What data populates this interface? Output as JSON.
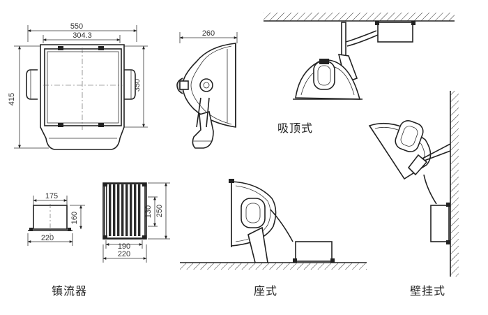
{
  "dimensions": {
    "front_width": "550",
    "front_inner_width": "304.3",
    "front_height": "415",
    "front_inner_height": "350",
    "side_depth": "260",
    "ballast_front_width": "175",
    "ballast_front_height": "160",
    "ballast_front_base": "220",
    "ballast_top_height_outer": "250",
    "ballast_top_height_inner": "130",
    "ballast_top_inner_width": "190",
    "ballast_top_width": "220"
  },
  "captions": {
    "ceiling": "吸顶式",
    "ballast": "镇流器",
    "floor": "座式",
    "wall": "壁挂式"
  }
}
